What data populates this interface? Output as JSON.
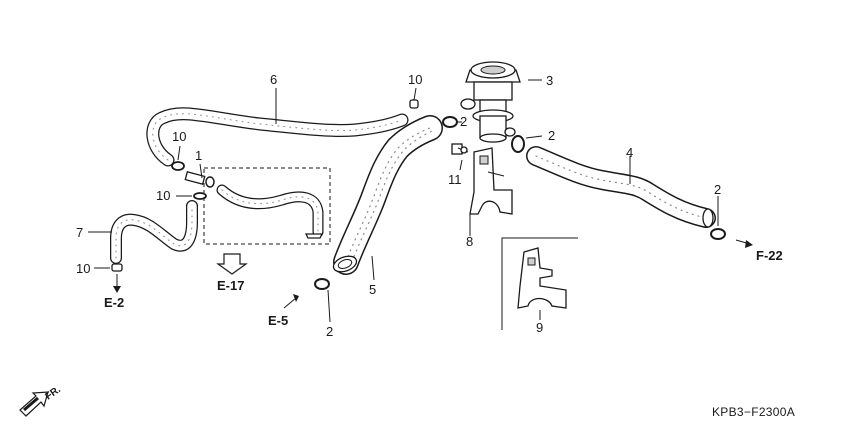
{
  "diagram": {
    "callouts": {
      "c1": "1",
      "c2_valve": "2",
      "c2_hose4_left": "2",
      "c2_hose4_right": "2",
      "c2_bottom": "2",
      "c3": "3",
      "c4": "4",
      "c5": "5",
      "c6": "6",
      "c7": "7",
      "c8": "8",
      "c9": "9",
      "c10_top": "10",
      "c10_left_a": "10",
      "c10_left_b": "10",
      "c10_left_c": "10",
      "c11": "11"
    },
    "references": {
      "e2": "E-2",
      "e5": "E-5",
      "e17": "E-17",
      "f22": "F-22"
    },
    "front_marker": "FR.",
    "drawing_code": "KPB3−F2300A"
  }
}
